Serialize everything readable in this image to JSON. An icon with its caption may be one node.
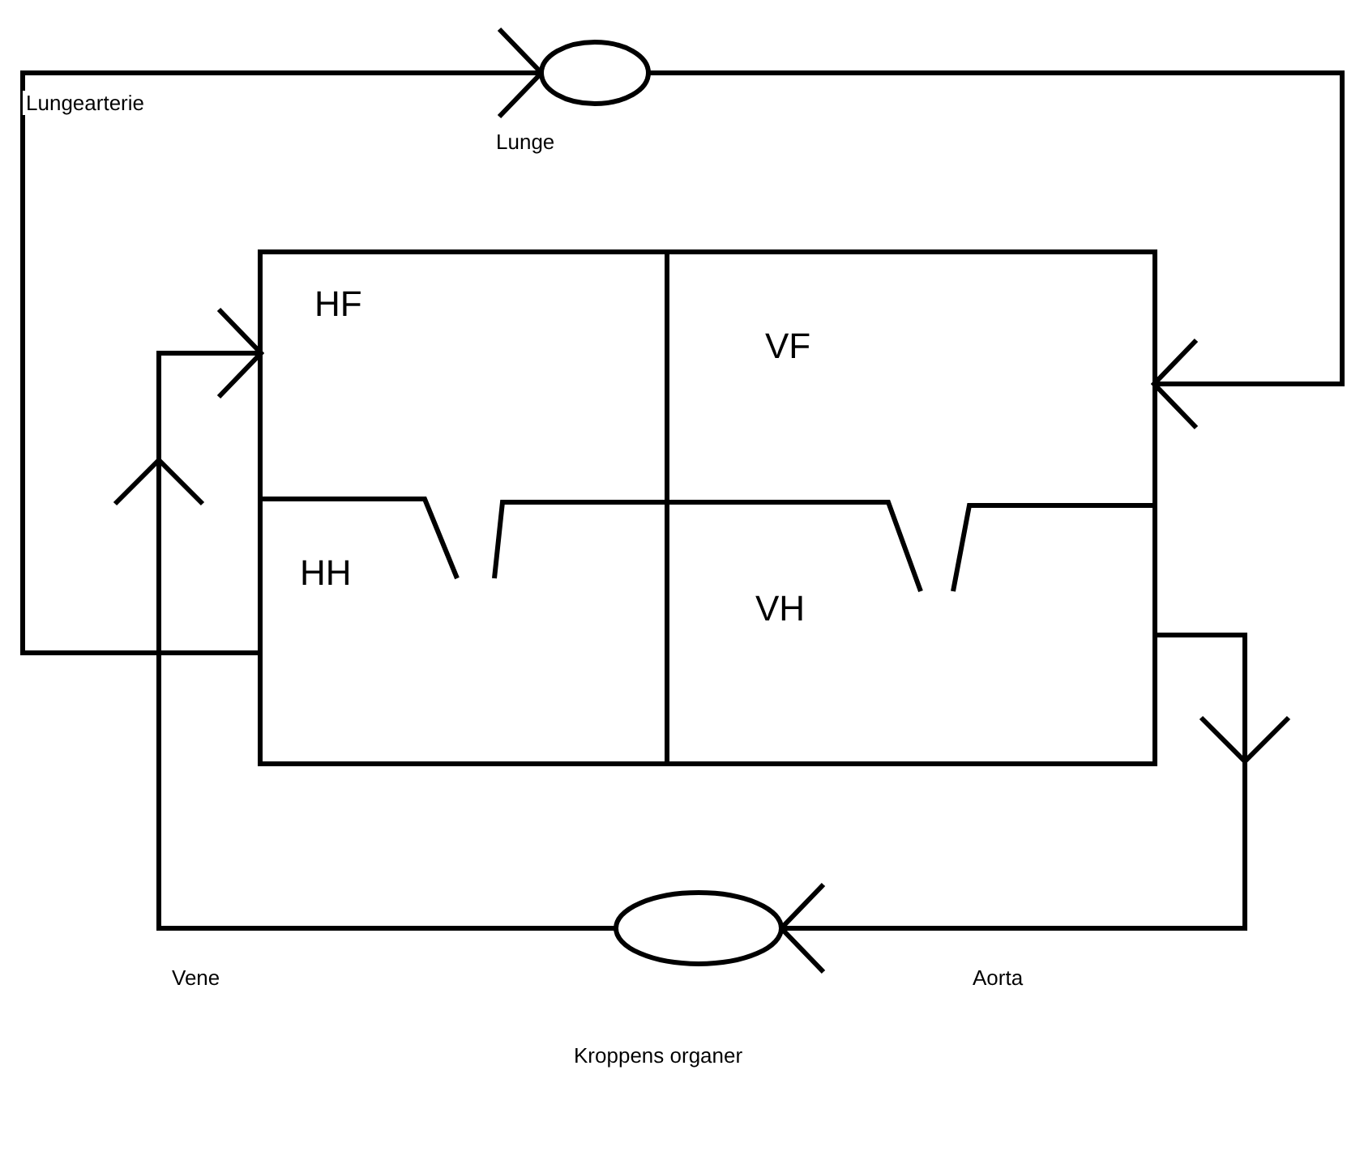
{
  "diagram": {
    "nodes": [
      {
        "text": [
          "Lunge"
        ]
      },
      {
        "text": [
          "HF"
        ]
      },
      {
        "text": [
          "VF"
        ]
      },
      {
        "text": [
          "HH"
        ]
      },
      {
        "text": [
          "VH"
        ]
      },
      {
        "text": [
          "Kroppens organer"
        ]
      }
    ],
    "edges": [
      {
        "from": 3,
        "to": 0,
        "arrow": "to",
        "label": "Lungearterie"
      },
      {
        "from": 0,
        "to": 2,
        "arrow": "to"
      },
      {
        "from": 4,
        "to": 5,
        "arrow": "to",
        "label": "Aorta"
      },
      {
        "from": 5,
        "to": 1,
        "arrow": "to",
        "label": "Vene"
      }
    ]
  }
}
